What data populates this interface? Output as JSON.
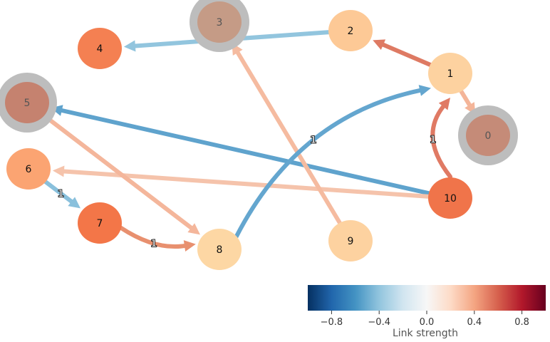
{
  "graph": {
    "nodes": [
      {
        "id": "0",
        "label": "0",
        "color": "#c58b78",
        "highlighted": true
      },
      {
        "id": "1",
        "label": "1",
        "color": "#fdd2a0",
        "highlighted": false
      },
      {
        "id": "2",
        "label": "2",
        "color": "#fdc996",
        "highlighted": false
      },
      {
        "id": "3",
        "label": "3",
        "color": "#c59b86",
        "highlighted": true
      },
      {
        "id": "4",
        "label": "4",
        "color": "#f48052",
        "highlighted": false
      },
      {
        "id": "5",
        "label": "5",
        "color": "#c5826f",
        "highlighted": true
      },
      {
        "id": "6",
        "label": "6",
        "color": "#fba472",
        "highlighted": false
      },
      {
        "id": "7",
        "label": "7",
        "color": "#f37648",
        "highlighted": false
      },
      {
        "id": "8",
        "label": "8",
        "color": "#fdd7a4",
        "highlighted": false
      },
      {
        "id": "9",
        "label": "9",
        "color": "#fdd2a0",
        "highlighted": false
      },
      {
        "id": "10",
        "label": "10",
        "color": "#f0744a",
        "highlighted": false
      }
    ],
    "edges": [
      {
        "from": "2",
        "to": "4",
        "color": "#92c5de",
        "label": "",
        "curve": 0
      },
      {
        "from": "1",
        "to": "2",
        "color": "#de7a63",
        "label": "",
        "curve": 0
      },
      {
        "from": "1",
        "to": "0",
        "color": "#f4b599",
        "label": "",
        "curve": 0
      },
      {
        "from": "10",
        "to": "5",
        "color": "#5fa3cd",
        "label": "",
        "curve": 0
      },
      {
        "from": "10",
        "to": "6",
        "color": "#f5c3ab",
        "label": "",
        "curve": 0
      },
      {
        "from": "10",
        "to": "1",
        "color": "#e07a64",
        "label": "1",
        "curve": -0.25
      },
      {
        "from": "9",
        "to": "3",
        "color": "#f5bba0",
        "label": "",
        "curve": 0
      },
      {
        "from": "5",
        "to": "8",
        "color": "#f4b69b",
        "label": "",
        "curve": 0
      },
      {
        "from": "6",
        "to": "7",
        "color": "#89c0dc",
        "label": "1",
        "curve": 0
      },
      {
        "from": "7",
        "to": "8",
        "color": "#e8906f",
        "label": "1",
        "curve": 0.12
      },
      {
        "from": "8",
        "to": "1",
        "color": "#64a6cf",
        "label": "1",
        "curve": -0.2
      }
    ]
  },
  "colorbar": {
    "label": "Link strength",
    "ticks": [
      "−0.8",
      "−0.4",
      "0.0",
      "0.4",
      "0.8"
    ],
    "range": [
      -1,
      1
    ],
    "tick_values": [
      -0.8,
      -0.4,
      0.0,
      0.4,
      0.8
    ],
    "colormap": "RdBu_r"
  }
}
